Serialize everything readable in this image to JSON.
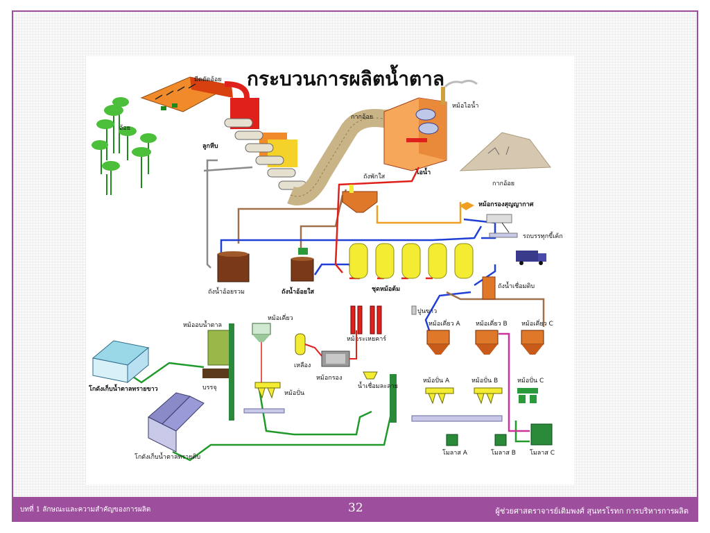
{
  "diagram": {
    "title": "กระบวนการผลิตน้ำตาล",
    "labels": {
      "cane": "อ้อย",
      "cane_cutter": "มีดตัดอ้อย",
      "crusher": "ลูกหีบ",
      "bagasse_conveyor": "กากอ้อย",
      "boiler": "หม้อไอน้ำ",
      "steam": "ไอน้ำ",
      "bagasse_pile": "กากอ้อย",
      "clarifier": "ถังพักใส",
      "vacuum_filter": "หม้อกรองสุญญากาศ",
      "filter_cake_truck": "รถบรรทุกขี้เค้ก",
      "mixed_juice_tank": "ถังน้ำอ้อยรวม",
      "clear_juice_tank": "ถังน้ำอ้อยใส",
      "evaporators": "ชุดหม้อต้ม",
      "syrup_tank": "ถังน้ำเชื่อมดิบ",
      "lime": "ปูนขาว",
      "carbonation": "หม้อระเหยคาร์",
      "pan_a": "หม้อเคี่ยว A",
      "pan_b": "หม้อเคี่ยว B",
      "pan_c": "หม้อเคี่ยว C",
      "centrifuge_a": "หม้อปั่น A",
      "centrifuge_b": "หม้อปั่น B",
      "centrifuge_c": "หม้อปั่น C",
      "molasses_a": "โมลาส A",
      "molasses_b": "โมลาส B",
      "molasses_c": "โมลาส C",
      "refined_pan": "หม้อเคี่ยว",
      "refined_centrifuge": "หม้อปั่น",
      "melter": "เหลือง",
      "filter": "หม้อกรอง",
      "sugar_dryer": "หม้ออบน้ำตาล",
      "packing": "บรรจุ",
      "syrup_store": "น้ำเชื่อมละลาย",
      "warehouse_white": "โกดังเก็บน้ำตาลทรายขาว",
      "warehouse_raw": "โกดังเก็บน้ำตาลทรายดิบ"
    }
  },
  "footer": {
    "chapter": "บทที่ 1 ลักษณะและความสำคัญของการผลิต",
    "page_number": "32",
    "author": "ผู้ช่วยศาสตราจารย์เติมพงศ์ สุนทรโรทก  การบริหารการผลิต"
  },
  "colors": {
    "frame": "#9d4f9e",
    "juice_line": "#1f3fd6",
    "steam_line": "#e0201a",
    "sugar_line": "#1f9a2a",
    "brown_line": "#a0704a",
    "gray_line": "#8a8a8a",
    "orange_line": "#f0a020",
    "tank_yellow": "#f4ec32",
    "tank_brown": "#7a3a1a",
    "conveyor": "#c9b487"
  }
}
